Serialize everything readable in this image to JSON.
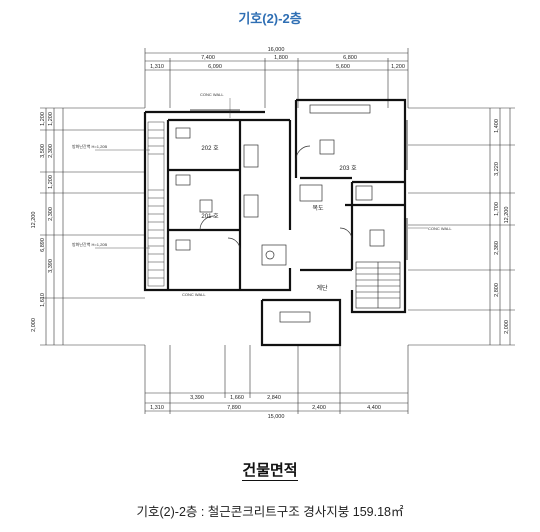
{
  "title": "기호(2)-2층",
  "top_dims": {
    "total": "16,000",
    "row2": [
      "7,400",
      "1,800",
      "6,800"
    ],
    "row3": [
      "1,310",
      "6,090",
      "5,600",
      "1,200"
    ]
  },
  "bottom_dims": {
    "row1": [
      "3,390",
      "1,660",
      "2,840"
    ],
    "row2": [
      "1,310",
      "7,890",
      "2,400",
      "4,400"
    ],
    "total": "15,000"
  },
  "left_dims": {
    "outer": [
      "1,200",
      "3,500",
      "12,200",
      "2,000"
    ],
    "inner": [
      "1,200",
      "2,300",
      "1,200",
      "2,300",
      "6,890",
      "3,390",
      "1,610"
    ]
  },
  "right_dims": {
    "outer": [
      "1,400",
      "3,220",
      "1,700",
      "12,200",
      "2,380",
      "2,800",
      "2,000"
    ]
  },
  "rooms": [
    {
      "id": "room-202",
      "label": "202 호"
    },
    {
      "id": "room-203",
      "label": "203 호"
    },
    {
      "id": "room-201",
      "label": "201 호"
    }
  ],
  "notes": {
    "wall_left_top": "방화난간벽\n H=1,20B",
    "wall_left_mid": "방화난간벽\n H=1,20B",
    "conc_wall_note": "CONC WALL",
    "hall": "복도",
    "stair": "계단"
  },
  "section_title": "건물면적",
  "summary": "기호(2)-2층 : 철근콘크리트구조 경사지붕 159.18㎡"
}
